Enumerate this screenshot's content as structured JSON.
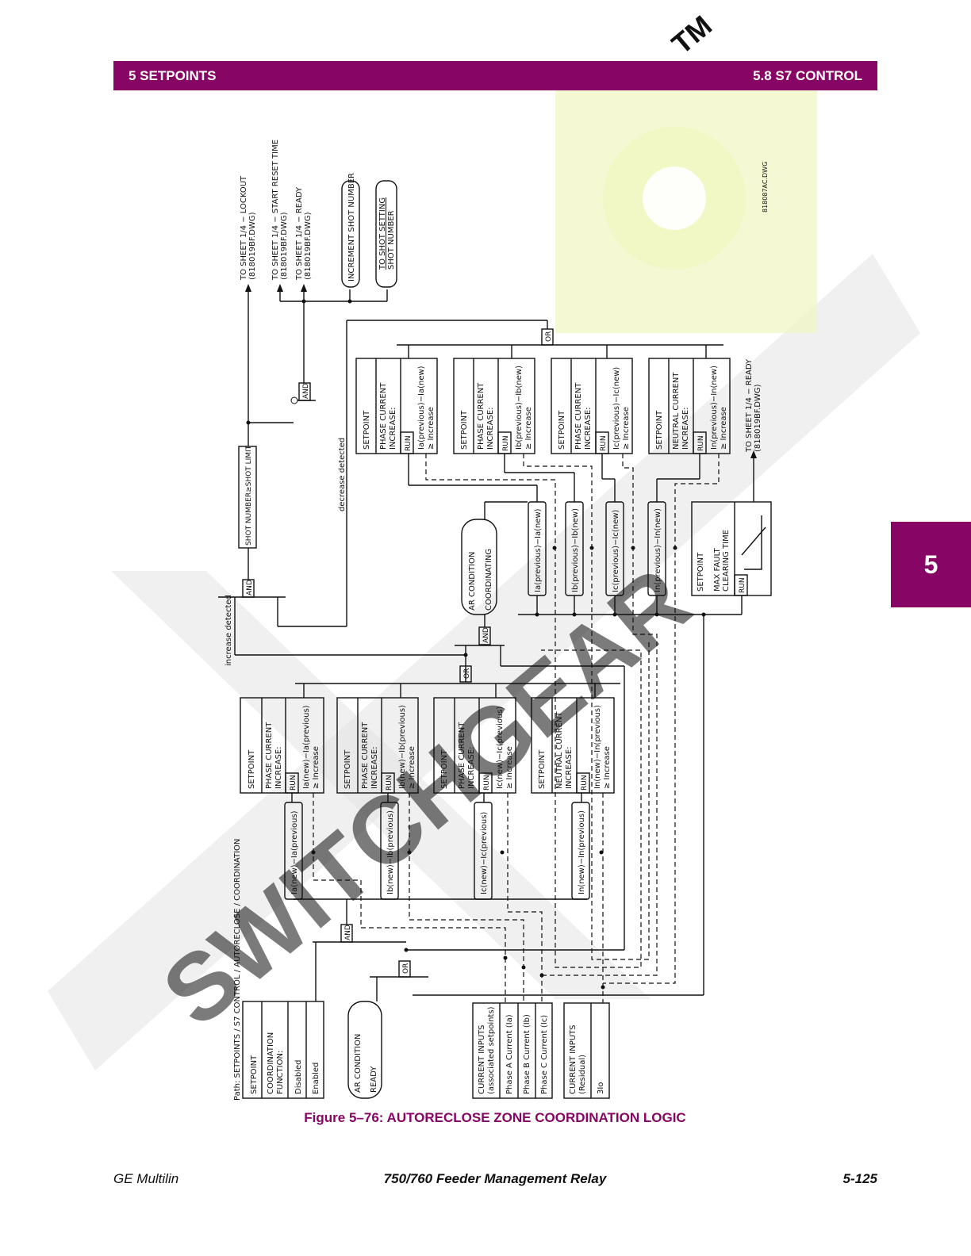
{
  "header": {
    "left": "5 SETPOINTS",
    "right": "5.8 S7 CONTROL"
  },
  "side_tab": "5",
  "diagram": {
    "path_label": "Path: SETPOINTS / S7 CONTROL / AUTORECLOSE / COORDINATION",
    "drawing_id": "818087AC.DWG",
    "setpoint_word": "SETPOINT",
    "run_word": "RUN",
    "and_word": "AND",
    "or_word": "OR",
    "coordination_function": {
      "title1": "COORDINATION",
      "title2": "FUNCTION:",
      "opt1": "Disabled",
      "opt2": "Enabled"
    },
    "ar_ready": {
      "line1": "AR CONDITION",
      "line2": "READY"
    },
    "ar_coordinating": {
      "line1": "AR CONDITION",
      "line2": "COORDINATING"
    },
    "current_inputs_assoc": {
      "title1": "CURRENT INPUTS",
      "title2": "(associated setpoints)",
      "a": "Phase A Current (Ia)",
      "b": "Phase B Current (Ib)",
      "c": "Phase C Current (Ic)"
    },
    "current_inputs_res": {
      "title1": "CURRENT INPUTS",
      "title2": "(Residual)",
      "val": "3Io"
    },
    "inc_blocks": [
      {
        "l1": "PHASE CURRENT",
        "l2": "INCREASE:",
        "f1": "Ia(new)−Ia(previous)",
        "f2": "≥ Increase",
        "calc": "Ia(new)−Ia(previous)"
      },
      {
        "l1": "PHASE CURRENT",
        "l2": "INCREASE:",
        "f1": "Ib(new)−Ib(previous)",
        "f2": "≥ Increase",
        "calc": "Ib(new)−Ib(previous)"
      },
      {
        "l1": "PHASE CURRENT",
        "l2": "INCREASE:",
        "f1": "Ic(new)−Ic(previous)",
        "f2": "≥ Increase",
        "calc": "Ic(new)−Ic(previous)"
      },
      {
        "l1": "NEUTRAL CURRENT",
        "l2": "INCREASE:",
        "f1": "In(new)−In(previous)",
        "f2": "≥ Increase",
        "calc": "In(new)−In(previous)"
      }
    ],
    "dec_blocks": [
      {
        "l1": "PHASE CURRENT",
        "l2": "INCREASE:",
        "f1": "Ia(previous)−Ia(new)",
        "f2": "≥ Increase",
        "calc": "Ia(previous)−Ia(new)"
      },
      {
        "l1": "PHASE CURRENT",
        "l2": "INCREASE:",
        "f1": "Ib(previous)−Ib(new)",
        "f2": "≥ Increase",
        "calc": "Ib(previous)−Ib(new)"
      },
      {
        "l1": "PHASE CURRENT",
        "l2": "INCREASE:",
        "f1": "Ic(previous)−Ic(new)",
        "f2": "≥ Increase",
        "calc": "Ic(previous)−Ic(new)"
      },
      {
        "l1": "NEUTRAL CURRENT",
        "l2": "INCREASE:",
        "f1": "In(previous)−In(new)",
        "f2": "≥ Increase",
        "calc": "In(previous)−In(new)"
      }
    ],
    "increase_detected": "increase detected",
    "decrease_detected": "decrease detected",
    "shot_limit": "SHOT NUMBER≥SHOT LIMIT",
    "max_fault": {
      "l1": "MAX FAULT",
      "l2": "CLEARING TIME"
    },
    "outputs": {
      "lockout": "TO SHEET 1/4 − LOCKOUT",
      "lockout_dwg": "(818019BF.DWG)",
      "reset": "TO SHEET 1/4 − START RESET TIME",
      "reset_dwg": "(818019BF.DWG)",
      "ready": "TO SHEET 1/4 − READY",
      "ready_dwg": "(818019BF.DWG)",
      "increment": "INCREMENT SHOT NUMBER",
      "shot_setting": "TO SHOT SETTING",
      "shot_number": "SHOT NUMBER",
      "ready2": "TO SHEET 1/4 − READY",
      "ready2_dwg": "(818019BF.DWG)"
    }
  },
  "watermark": {
    "side": "SWITCHGEAR",
    "tm": "TM"
  },
  "colors": {
    "brand": "#870565",
    "watermark_gray": "#d9d9d9",
    "watermark_yellow": "#eef5b0"
  },
  "caption": "Figure 5–76: AUTORECLOSE ZONE COORDINATION LOGIC",
  "footer": {
    "left": "GE Multilin",
    "center": "750/760 Feeder Management Relay",
    "right": "5-125"
  }
}
